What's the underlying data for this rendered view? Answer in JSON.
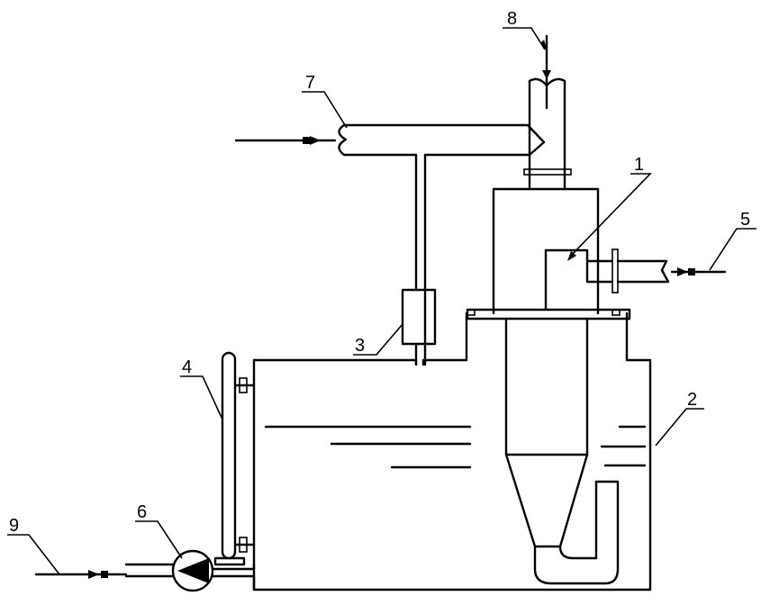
{
  "labels": {
    "item1": "1",
    "item2": "2",
    "item3": "3",
    "item4": "4",
    "item5": "5",
    "item6": "6",
    "item7": "7",
    "item8": "8",
    "item9": "9"
  }
}
